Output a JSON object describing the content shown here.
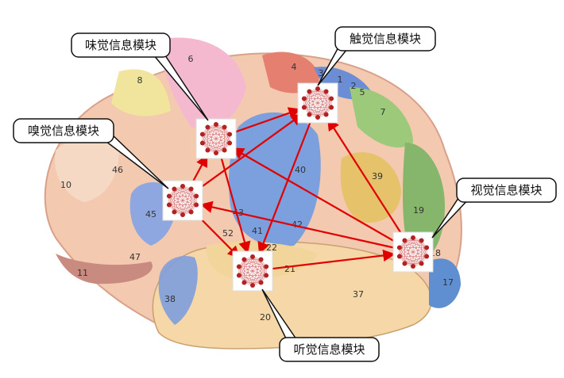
{
  "modules": [
    {
      "id": "taste",
      "label": "味觉信息模块"
    },
    {
      "id": "touch",
      "label": "触觉信息模块"
    },
    {
      "id": "smell",
      "label": "嗅觉信息模块"
    },
    {
      "id": "vision",
      "label": "视觉信息模块"
    },
    {
      "id": "hearing",
      "label": "听觉信息模块"
    }
  ],
  "area_labels": [
    "6",
    "4",
    "3",
    "1",
    "2",
    "5",
    "7",
    "8",
    "46",
    "10",
    "45",
    "47",
    "11",
    "40",
    "39",
    "19",
    "43",
    "41",
    "42",
    "52",
    "22",
    "21",
    "18",
    "17",
    "38",
    "37",
    "20"
  ],
  "colors": {
    "arrow": "#e00000",
    "node": "#b22222",
    "callout_border": "#111111"
  }
}
